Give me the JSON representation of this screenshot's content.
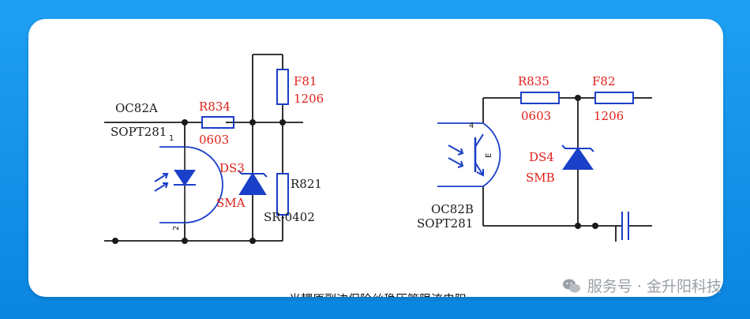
{
  "labels": {
    "oc82a": "OC82A",
    "sopt_a": "SOPT281",
    "pin1": "1",
    "pin2": "2",
    "r834": "R834",
    "r834_pkg": "0603",
    "ds3": "DS3",
    "ds3_pkg": "SMA",
    "f81": "F81",
    "f81_pkg": "1206",
    "r821": "R821",
    "r821_pkg": "SR-0402",
    "r835": "R835",
    "r835_pkg": "0603",
    "f82": "F82",
    "f82_pkg": "1206",
    "ds4": "DS4",
    "ds4_pkg": "SMB",
    "oc82b": "OC82B",
    "sopt_b": "SOPT281",
    "pin4": "4",
    "emitter": "E"
  },
  "caption": "光耦原副边保险丝稳压管限流电阻",
  "watermark": "服务号 · 金升阳科技",
  "colors": {
    "wire": "#1a1a1a",
    "component": "#1a3fc8",
    "ref_text": "#e0201a",
    "background": "#0a86e0"
  }
}
